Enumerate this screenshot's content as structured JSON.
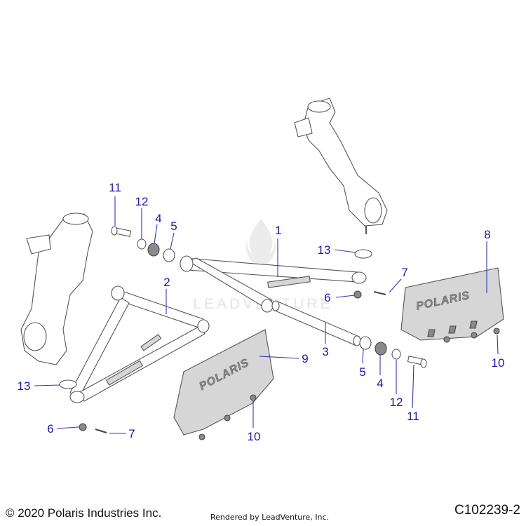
{
  "diagram": {
    "watermark": "LEADVENTURE",
    "brand_text": "POLARIS",
    "callouts": [
      {
        "id": "c11a",
        "label": "11"
      },
      {
        "id": "c12a",
        "label": "12"
      },
      {
        "id": "c4a",
        "label": "4"
      },
      {
        "id": "c5a",
        "label": "5"
      },
      {
        "id": "c1",
        "label": "1"
      },
      {
        "id": "c2",
        "label": "2"
      },
      {
        "id": "c13a",
        "label": "13"
      },
      {
        "id": "c7a",
        "label": "7"
      },
      {
        "id": "c6a",
        "label": "6"
      },
      {
        "id": "c8",
        "label": "8"
      },
      {
        "id": "c3",
        "label": "3"
      },
      {
        "id": "c9",
        "label": "9"
      },
      {
        "id": "c5b",
        "label": "5"
      },
      {
        "id": "c4b",
        "label": "4"
      },
      {
        "id": "c12b",
        "label": "12"
      },
      {
        "id": "c11b",
        "label": "11"
      },
      {
        "id": "c10a",
        "label": "10"
      },
      {
        "id": "c13b",
        "label": "13"
      },
      {
        "id": "c6b",
        "label": "6"
      },
      {
        "id": "c7b",
        "label": "7"
      },
      {
        "id": "c10b",
        "label": "10"
      }
    ]
  },
  "footer": {
    "copyright": "© 2020 Polaris Industries Inc.",
    "rendered_by": "Rendered by LeadVenture, Inc.",
    "figure_code": "C102239-2"
  }
}
